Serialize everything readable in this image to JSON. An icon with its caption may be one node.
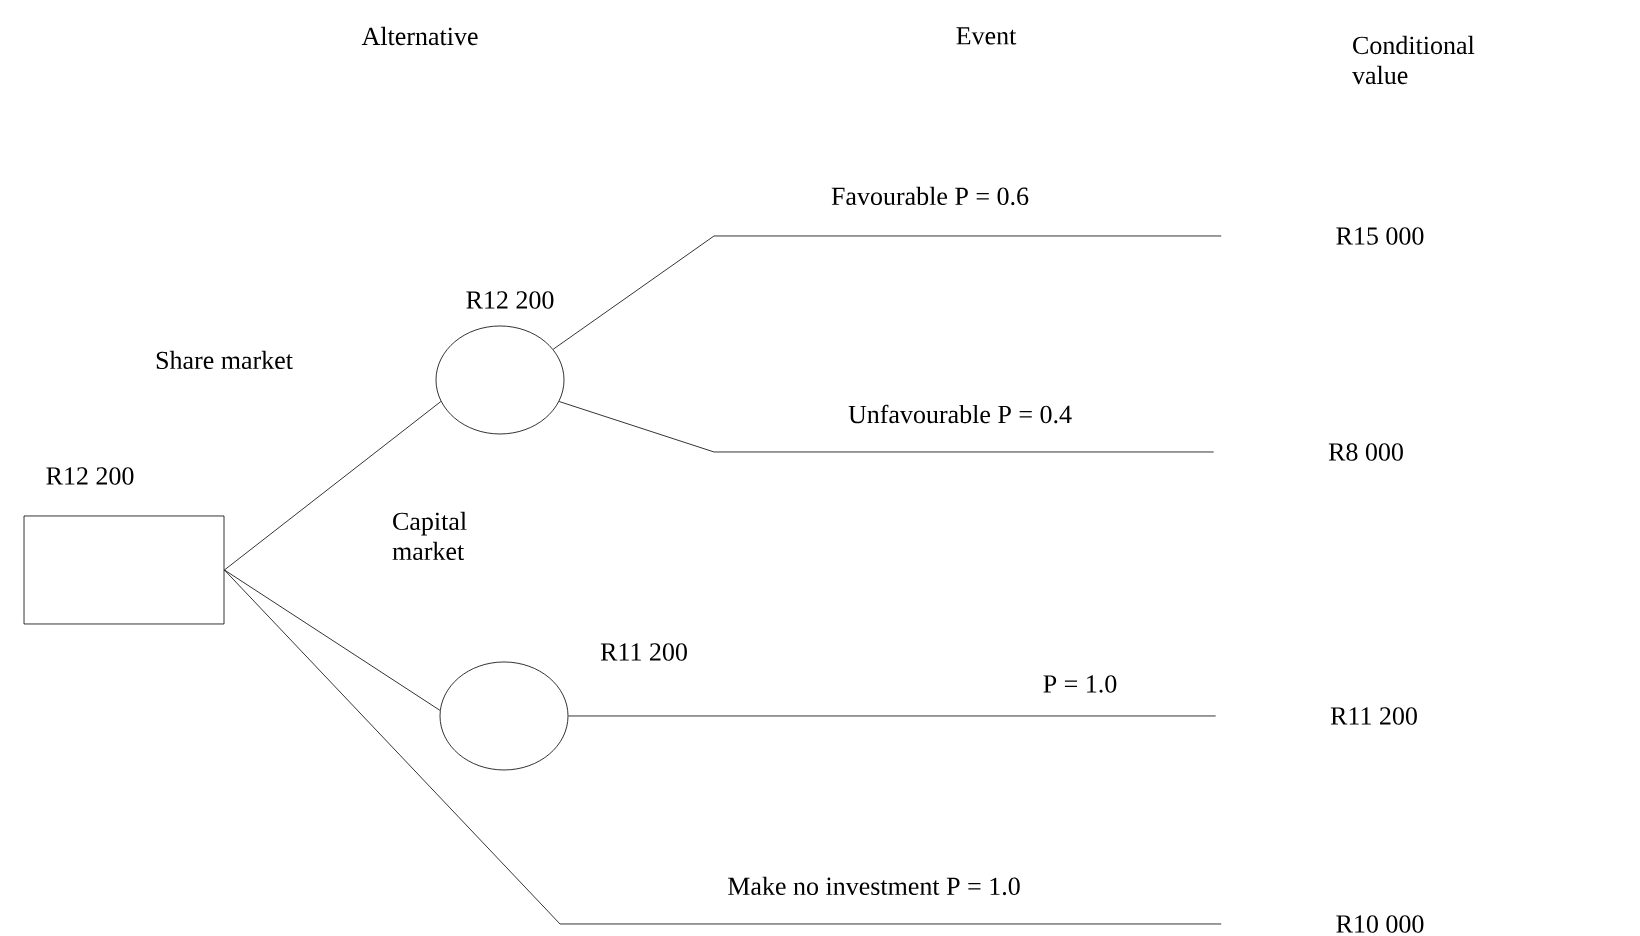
{
  "diagram": {
    "nodes": [
      {
        "text": [],
        "shape": "box",
        "beside": [
          "R12 200"
        ]
      },
      {
        "text": [],
        "shape": "circle",
        "beside": [
          "R12 200"
        ]
      },
      {
        "text": [],
        "shape": "circle",
        "beside": [
          "R11 200"
        ]
      },
      {
        "text": [
          "R15 000"
        ]
      },
      {
        "text": [
          "R8 000"
        ]
      },
      {
        "text": [
          "R11 200"
        ]
      },
      {
        "text": [
          "R10 000"
        ]
      }
    ],
    "edges": [
      {
        "from": 0,
        "to": 1,
        "arrow": "none",
        "label": "Share market"
      },
      {
        "from": 0,
        "to": 2,
        "arrow": "none",
        "label": "Capital market"
      },
      {
        "from": 0,
        "to": 6,
        "arrow": "none",
        "label": "Make no investment P = 1.0"
      },
      {
        "from": 1,
        "to": 3,
        "arrow": "none",
        "label": "Favourable  P = 0.6"
      },
      {
        "from": 1,
        "to": 4,
        "arrow": "none",
        "label": "Unfavourable  P = 0.4"
      },
      {
        "from": 2,
        "to": 5,
        "arrow": "none",
        "label": "P = 1.0"
      }
    ],
    "labels": [
      "Alternative",
      "Event",
      "Conditional value"
    ]
  }
}
